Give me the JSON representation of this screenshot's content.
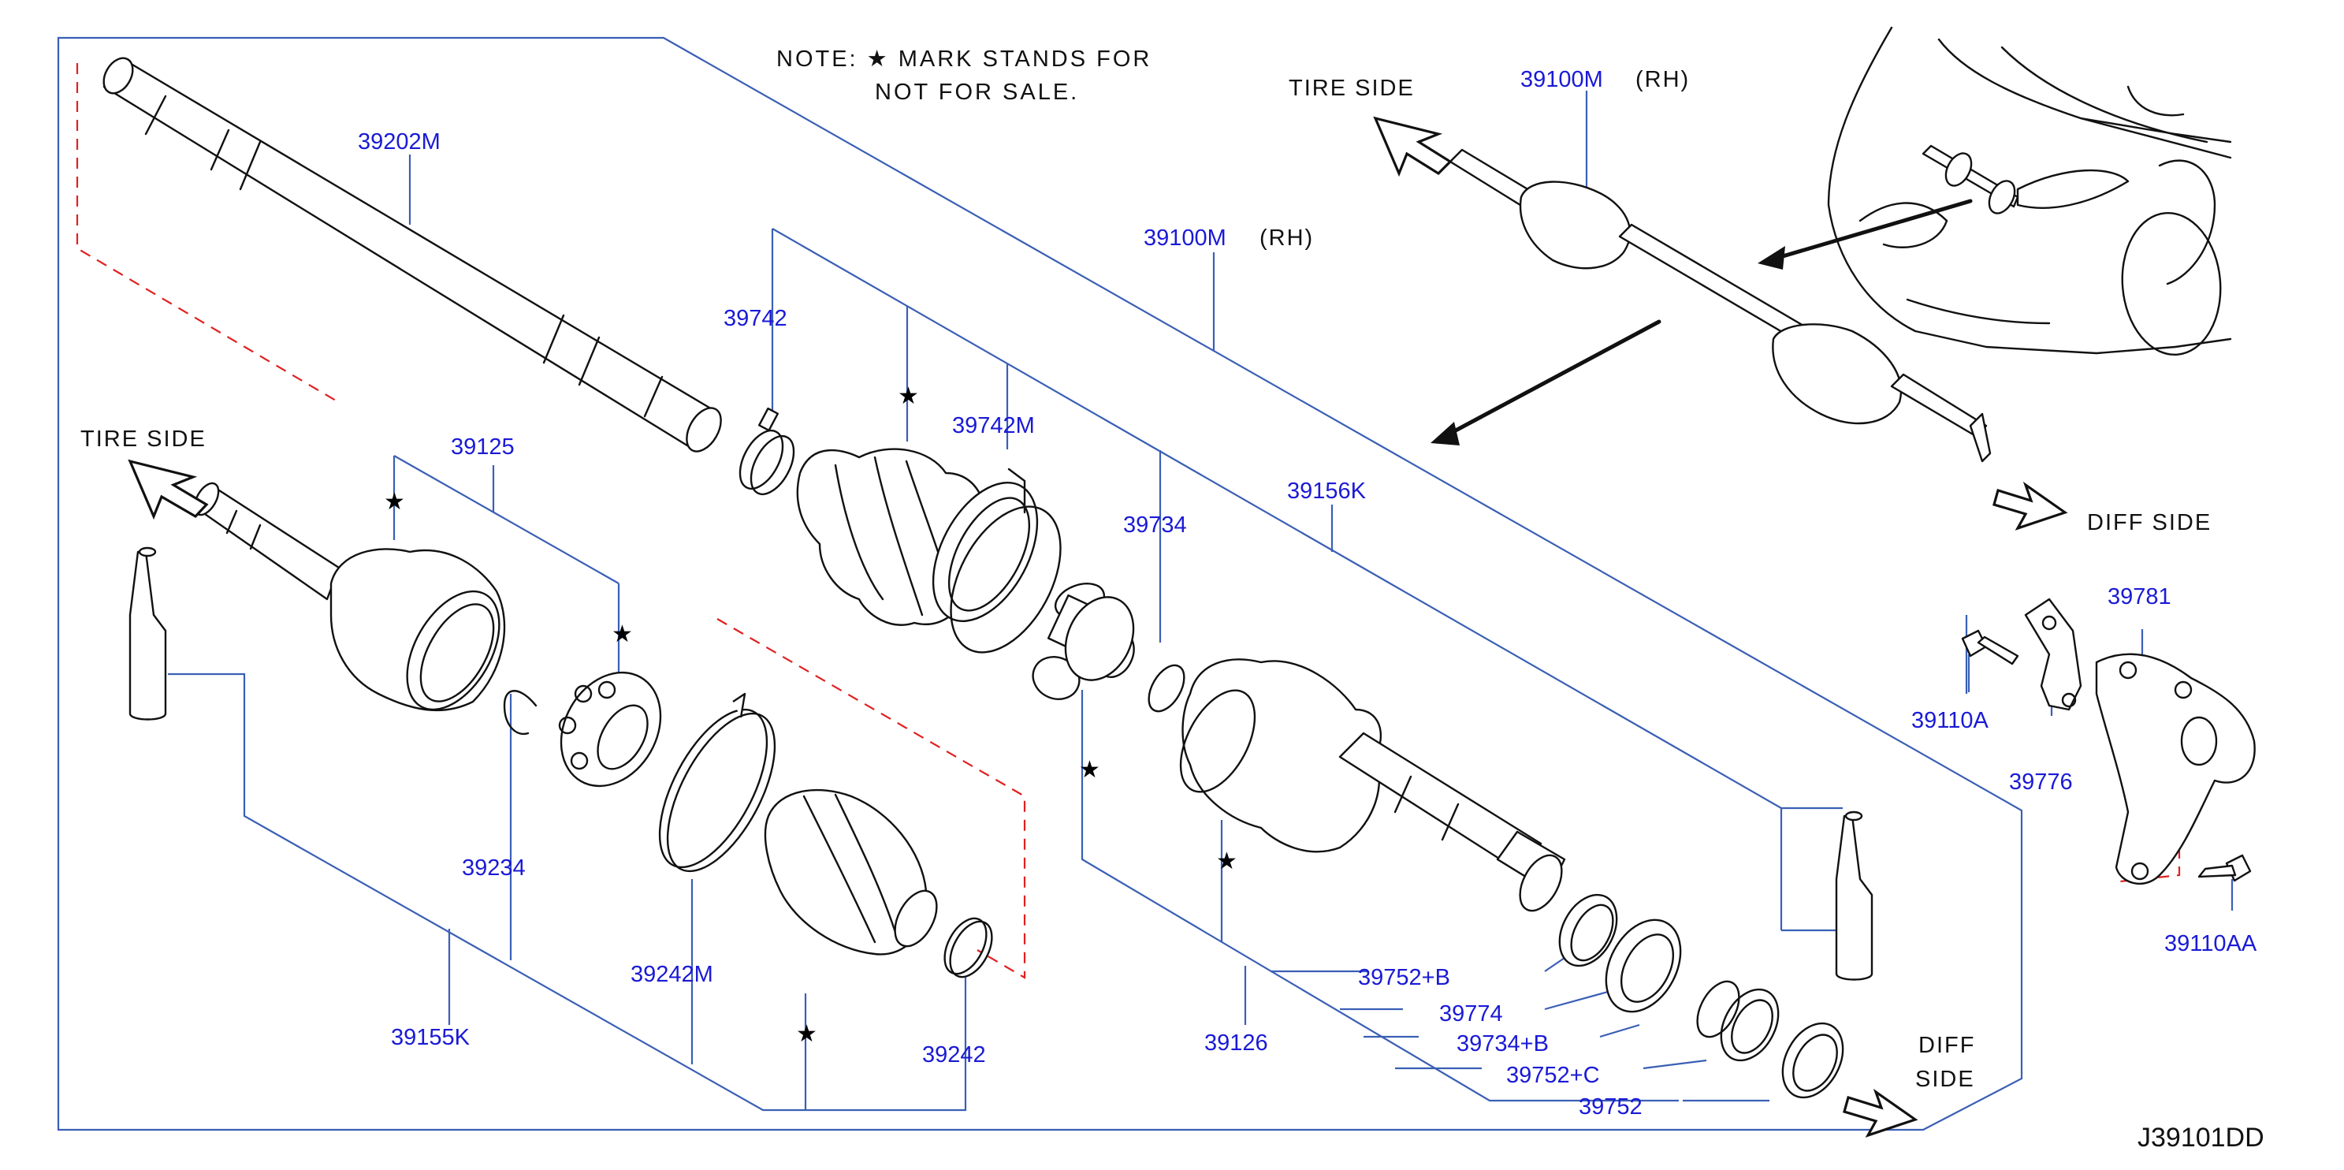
{
  "note": {
    "line1": "NOTE:  ★ MARK  STANDS  FOR",
    "line2": "NOT  FOR  SALE."
  },
  "labels": {
    "tire_side_upper": "TIRE   SIDE",
    "tire_side_left": "TIRE   SIDE",
    "diff_side_upper": "DIFF   SIDE",
    "diff_side_lower_1": "DIFF",
    "diff_side_lower_2": "SIDE",
    "rh_upper": "(RH)",
    "rh_main": "(RH)"
  },
  "diagram_code": "J39101DD",
  "star_glyph": "★",
  "parts": {
    "p39202M": "39202M",
    "p39100M_upper": "39100M",
    "p39100M_main": "39100M",
    "p39742": "39742",
    "p39742M": "39742M",
    "p39125": "39125",
    "p39734": "39734",
    "p39156K": "39156K",
    "p39781": "39781",
    "p39110A": "39110A",
    "p39776": "39776",
    "p39234": "39234",
    "p39110AA": "39110AA",
    "p39242M": "39242M",
    "p39752B": "39752+B",
    "p39774": "39774",
    "p39155K": "39155K",
    "p39126": "39126",
    "p39734B": "39734+B",
    "p39242": "39242",
    "p39752C": "39752+C",
    "p39752": "39752"
  },
  "colors": {
    "part_number": "#1a1ad6",
    "leader_line": "#3a5fb5",
    "dash_line": "#e02020",
    "outline": "#111111"
  }
}
